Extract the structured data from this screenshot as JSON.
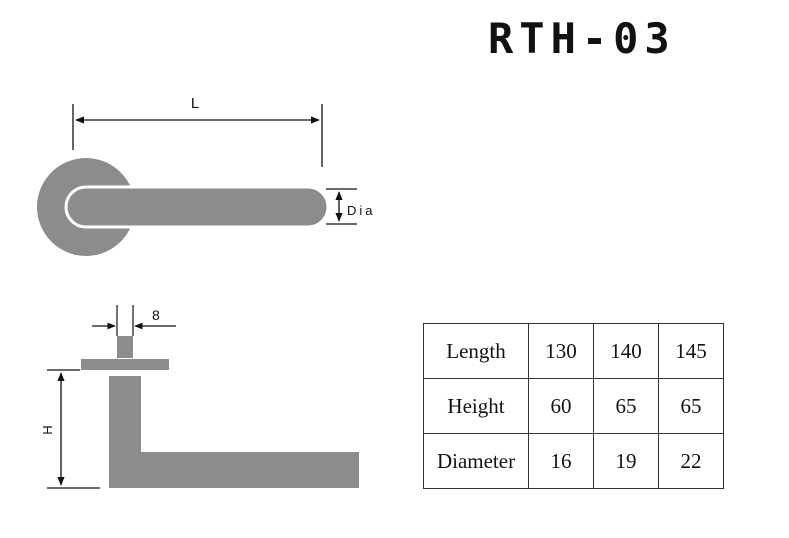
{
  "title": "RTH-03",
  "top_view": {
    "length_label": "L",
    "diameter_label": "Dia"
  },
  "side_view": {
    "width_label": "8",
    "height_label": "H"
  },
  "spec_table": {
    "rows": [
      {
        "label": "Length",
        "values": [
          "130",
          "140",
          "145"
        ]
      },
      {
        "label": "Height",
        "values": [
          "60",
          "65",
          "65"
        ]
      },
      {
        "label": "Diameter",
        "values": [
          "16",
          "19",
          "22"
        ]
      }
    ]
  },
  "colors": {
    "handle_fill": "#8c8c8c",
    "line": "#111111"
  }
}
